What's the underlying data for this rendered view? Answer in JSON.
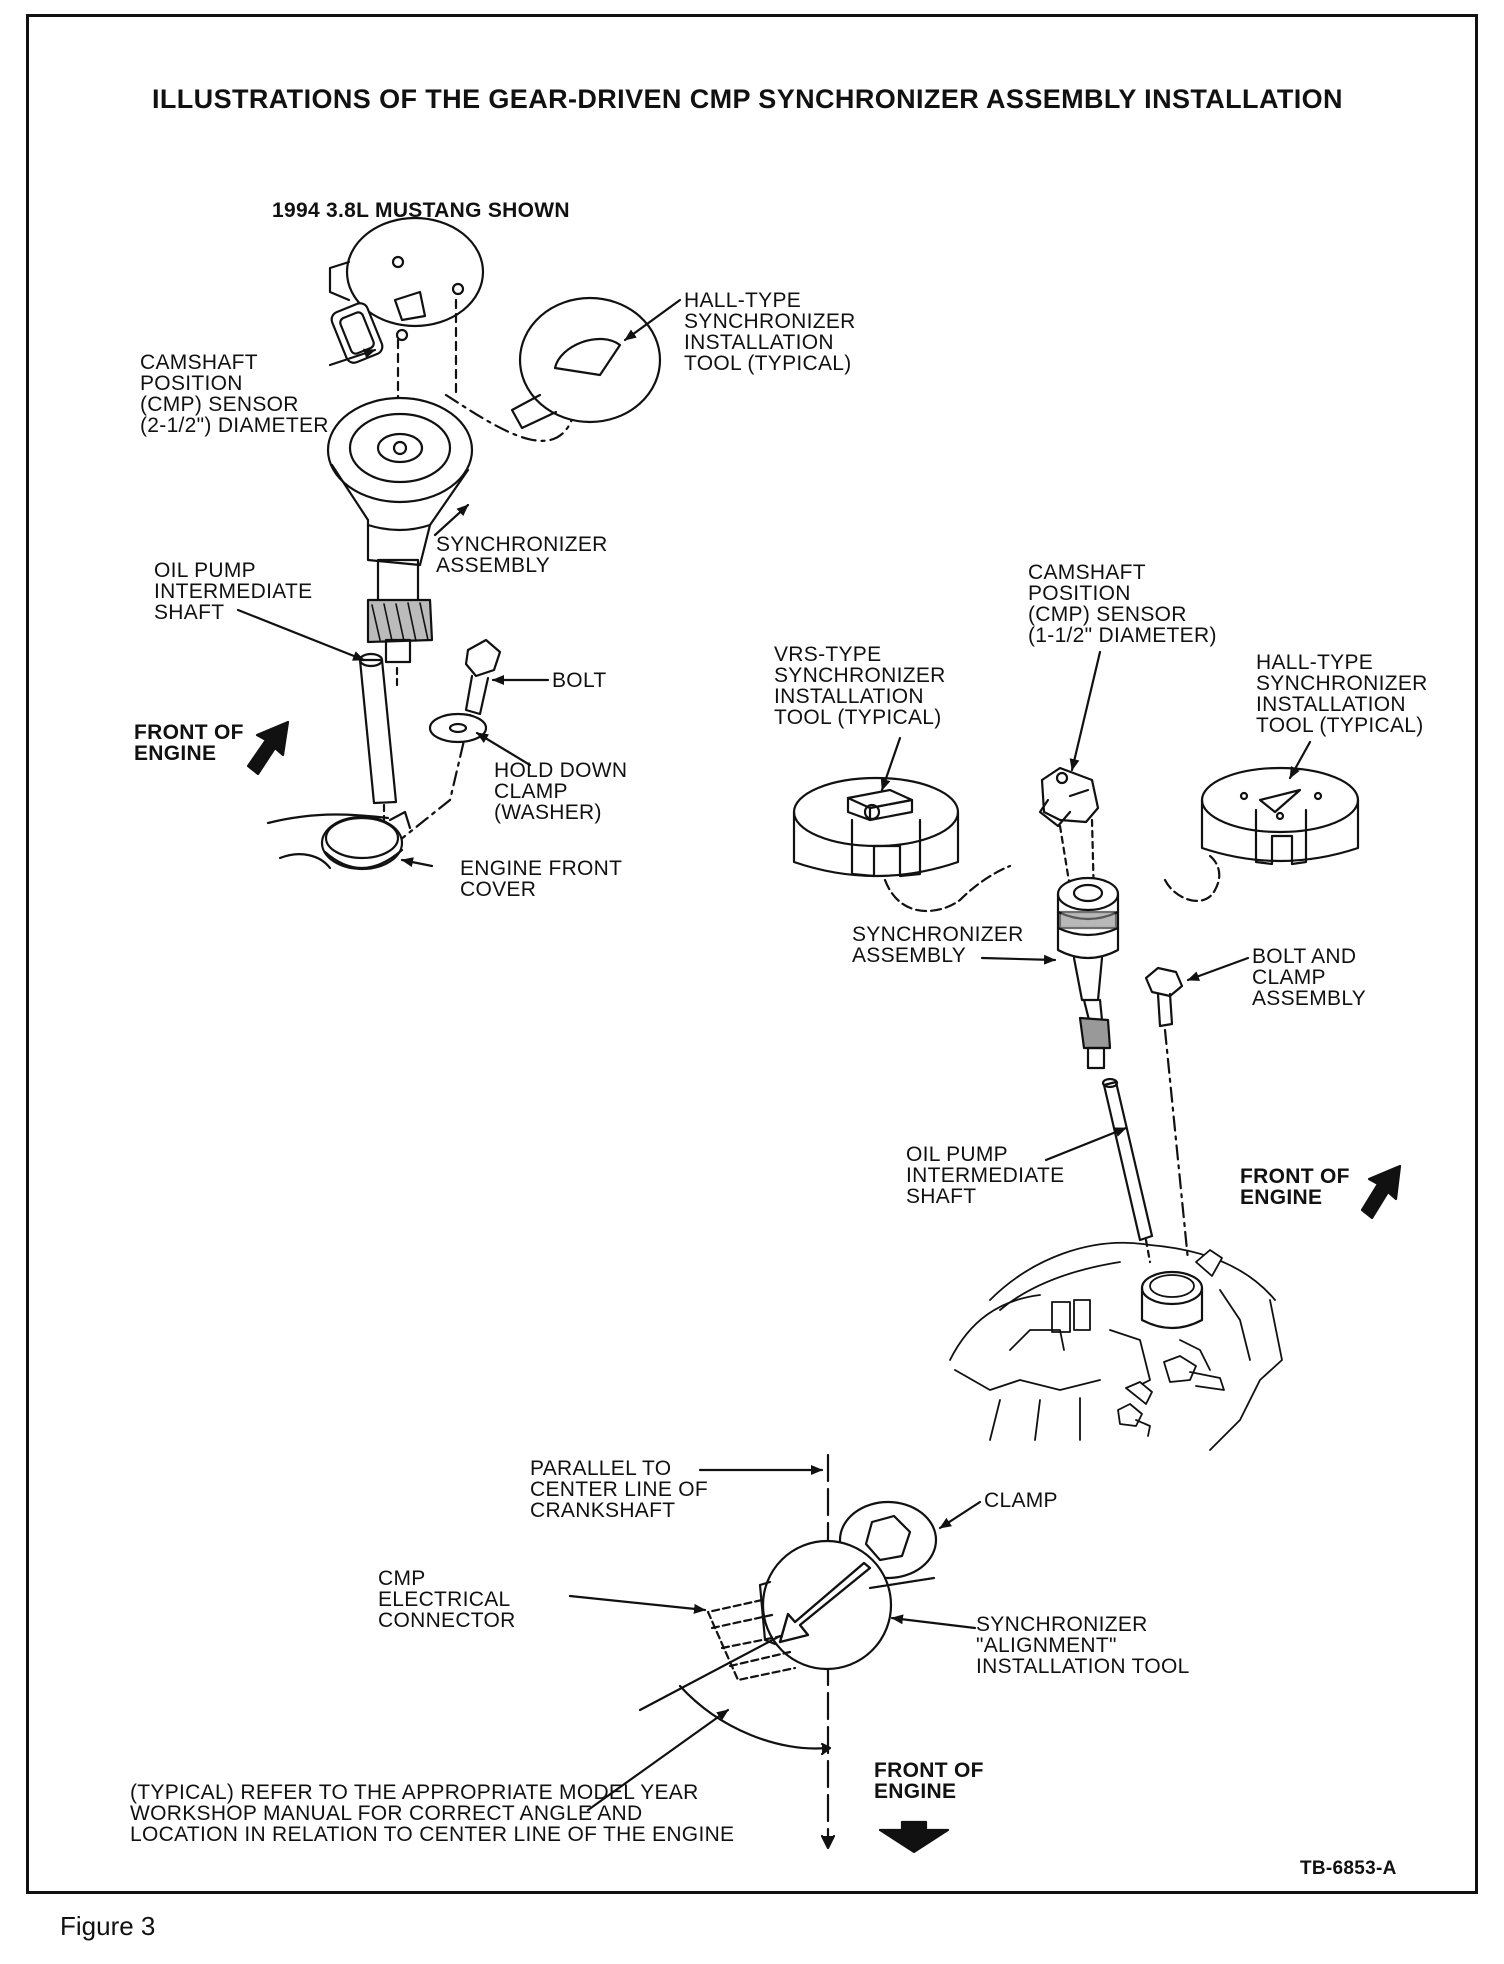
{
  "title": "ILLUSTRATIONS OF THE GEAR-DRIVEN CMP SYNCHRONIZER ASSEMBLY INSTALLATION",
  "left_view": {
    "heading": "1994 3.8L MUSTANG SHOWN",
    "cmp_sensor": "CAMSHAFT\nPOSITION\n(CMP) SENSOR\n(2-1/2\") DIAMETER",
    "hall_tool": "HALL-TYPE\nSYNCHRONIZER\nINSTALLATION\nTOOL (TYPICAL)",
    "synchronizer": "SYNCHRONIZER\nASSEMBLY",
    "oil_pump": "OIL PUMP\nINTERMEDIATE\nSHAFT",
    "bolt": "BOLT",
    "front": "FRONT OF\nENGINE",
    "hold_down": "HOLD DOWN\nCLAMP\n(WASHER)",
    "front_cover": "ENGINE FRONT\nCOVER"
  },
  "right_view": {
    "cmp_sensor": "CAMSHAFT\nPOSITION\n(CMP) SENSOR\n(1-1/2\" DIAMETER)",
    "vrs_tool": "VRS-TYPE\nSYNCHRONIZER\nINSTALLATION\nTOOL (TYPICAL)",
    "hall_tool": "HALL-TYPE\nSYNCHRONIZER\nINSTALLATION\nTOOL (TYPICAL)",
    "synchronizer": "SYNCHRONIZER\nASSEMBLY",
    "bolt_clamp": "BOLT AND\nCLAMP\nASSEMBLY",
    "oil_pump": "OIL PUMP\nINTERMEDIATE\nSHAFT",
    "front": "FRONT OF\nENGINE"
  },
  "bottom_view": {
    "parallel": "PARALLEL TO\nCENTER LINE OF\nCRANKSHAFT",
    "clamp": "CLAMP",
    "connector": "CMP\nELECTRICAL\nCONNECTOR",
    "alignment_tool": "SYNCHRONIZER\n\"ALIGNMENT\"\nINSTALLATION TOOL",
    "note": "(TYPICAL) REFER TO THE APPROPRIATE MODEL YEAR\nWORKSHOP MANUAL FOR CORRECT ANGLE AND\nLOCATION IN RELATION TO CENTER LINE OF THE ENGINE",
    "front": "FRONT OF\nENGINE"
  },
  "figure_code": "TB-6853-A",
  "caption": "Figure 3"
}
